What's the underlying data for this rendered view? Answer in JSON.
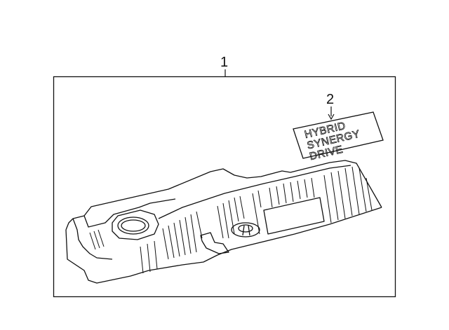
{
  "diagram": {
    "callouts": [
      {
        "id": "1",
        "label": "1"
      },
      {
        "id": "2",
        "label": "2"
      }
    ],
    "emblem": {
      "line1": "HYBRID",
      "line2": "SYNERGY",
      "line3": "DRIVE"
    },
    "line_color": "#111111",
    "background": "#ffffff"
  }
}
